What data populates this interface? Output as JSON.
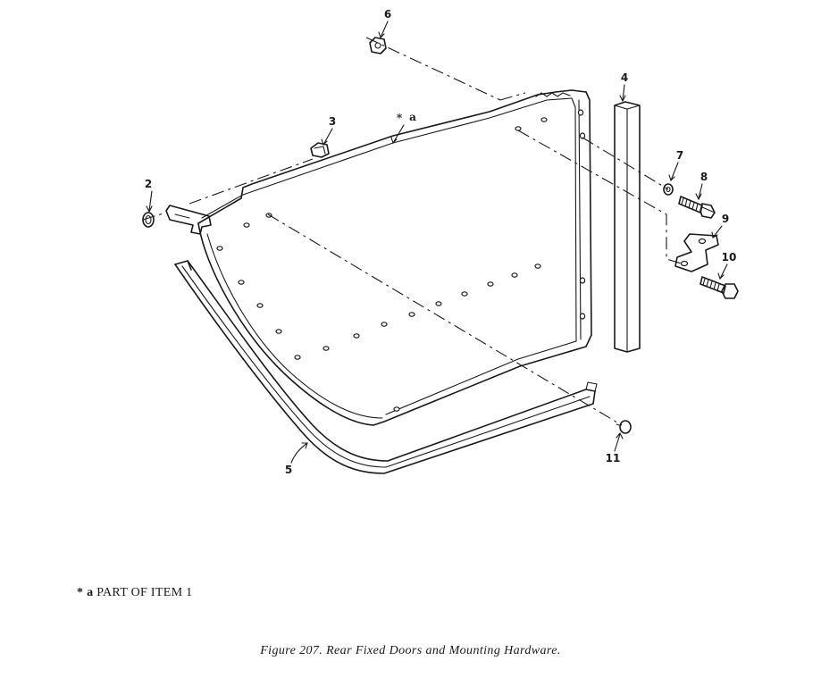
{
  "callouts": {
    "c2": "2",
    "c3": "3",
    "c4": "4",
    "c5": "5",
    "c6": "6",
    "c7": "7",
    "c8": "8",
    "c9": "9",
    "c10": "10",
    "c11": "11",
    "ca_star": "*",
    "ca_letter": "a"
  },
  "footnote": {
    "mark": "* a",
    "text": "PART OF ITEM 1"
  },
  "caption": "Figure 207.  Rear Fixed Doors and Mounting Hardware."
}
